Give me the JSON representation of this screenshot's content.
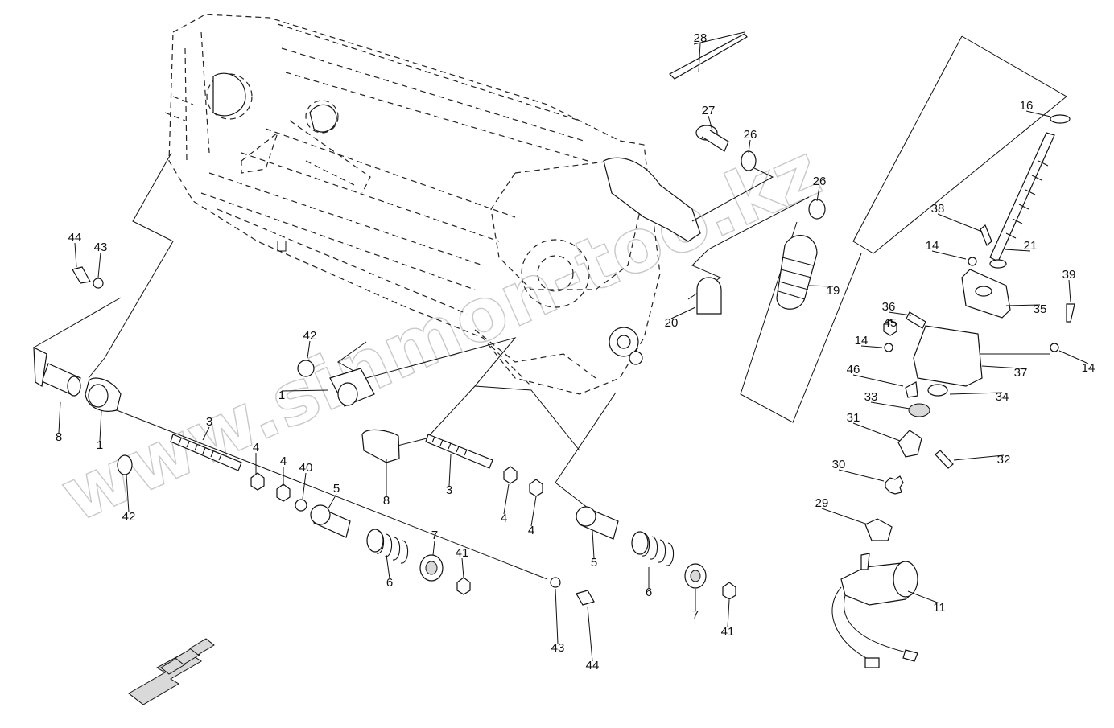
{
  "watermark": "www.sinmon-too.kz",
  "callouts": [
    "28",
    "27",
    "26",
    "26",
    "16",
    "38",
    "21",
    "14",
    "39",
    "19",
    "35",
    "36",
    "20",
    "45",
    "14",
    "14",
    "37",
    "46",
    "34",
    "33",
    "31",
    "32",
    "30",
    "29",
    "11",
    "44",
    "43",
    "42",
    "1",
    "8",
    "1",
    "3",
    "4",
    "4",
    "40",
    "5",
    "8",
    "3",
    "4",
    "4",
    "42",
    "6",
    "7",
    "41",
    "5",
    "6",
    "7",
    "41",
    "43",
    "44"
  ],
  "colors": {
    "line": "#111111",
    "watermark": "#c9c9c9",
    "shade": "#d9d9d9"
  },
  "icons": {
    "direction_arrow": "direction-arrow-icon"
  }
}
